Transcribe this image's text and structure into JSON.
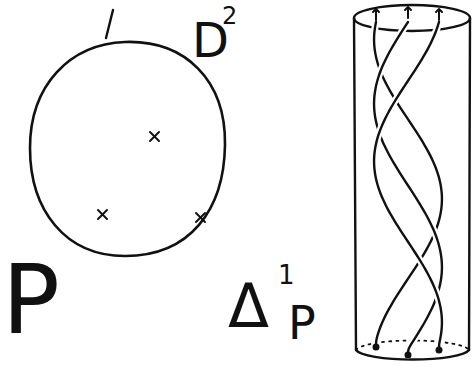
{
  "diagram": {
    "labels": [
      "D",
      "2",
      "P",
      "Δ",
      "1",
      "P"
    ]
  }
}
